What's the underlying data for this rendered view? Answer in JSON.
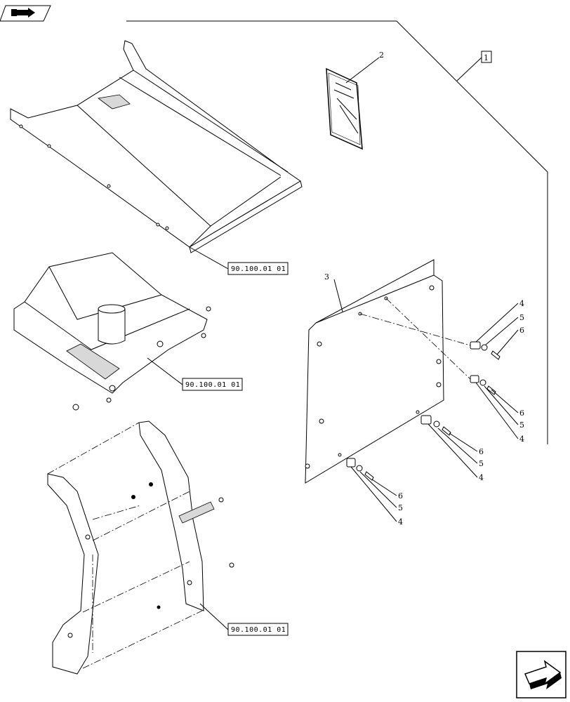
{
  "icons": {
    "top_left": "book-arrow-icon",
    "bottom_right": "next-page-arrow-icon"
  },
  "refs": [
    {
      "id": "ref1",
      "label": "90.100.01 01"
    },
    {
      "id": "ref2",
      "label": "90.100.01 01"
    },
    {
      "id": "ref3",
      "label": "90.100.01 01"
    }
  ],
  "callouts": {
    "c1": "1",
    "c2": "2",
    "c3": "3",
    "c4a": "4",
    "c5a": "5",
    "c6a": "6",
    "c6b": "6",
    "c5b": "5",
    "c4b": "4",
    "c6c": "6",
    "c5c": "5",
    "c4c": "4",
    "c6d": "6",
    "c5d": "5",
    "c4d": "4"
  }
}
